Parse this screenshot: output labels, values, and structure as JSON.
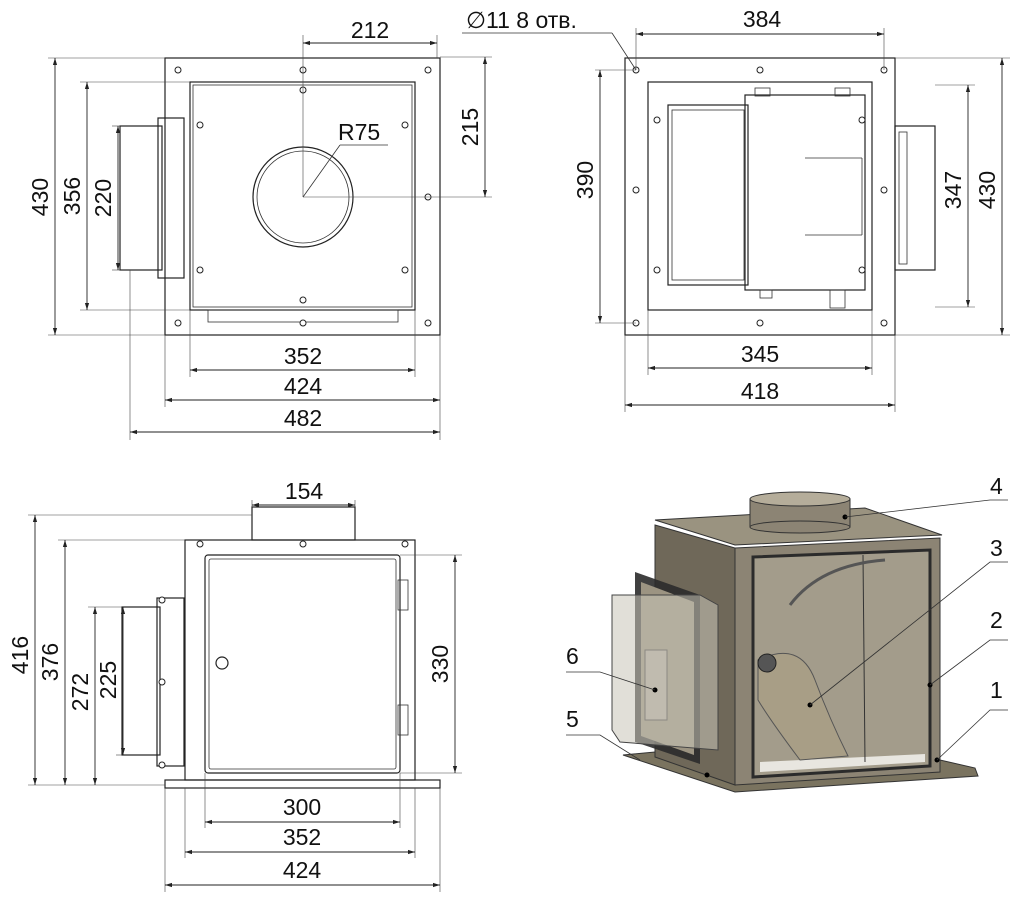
{
  "drawing": {
    "top_view": {
      "dims": {
        "d212": "212",
        "d215": "215",
        "r75": "R75",
        "d430": "430",
        "d356": "356",
        "d220": "220",
        "d352": "352",
        "d424": "424",
        "d482": "482"
      }
    },
    "rear_view": {
      "hole_note": "∅11 8 отв.",
      "dims": {
        "d384": "384",
        "d390": "390",
        "d347": "347",
        "d430": "430",
        "d345": "345",
        "d418": "418"
      }
    },
    "front_view": {
      "dims": {
        "d154": "154",
        "d416": "416",
        "d376": "376",
        "d272": "272",
        "d225": "225",
        "d330": "330",
        "d300": "300",
        "d352": "352",
        "d424": "424"
      }
    },
    "iso_view": {
      "callouts": [
        "1",
        "2",
        "3",
        "4",
        "5",
        "6"
      ],
      "colors": {
        "body": "#8c8474",
        "body_dark": "#6f6859",
        "window": "#a39c8b",
        "frame": "#2b2b2b"
      }
    }
  }
}
